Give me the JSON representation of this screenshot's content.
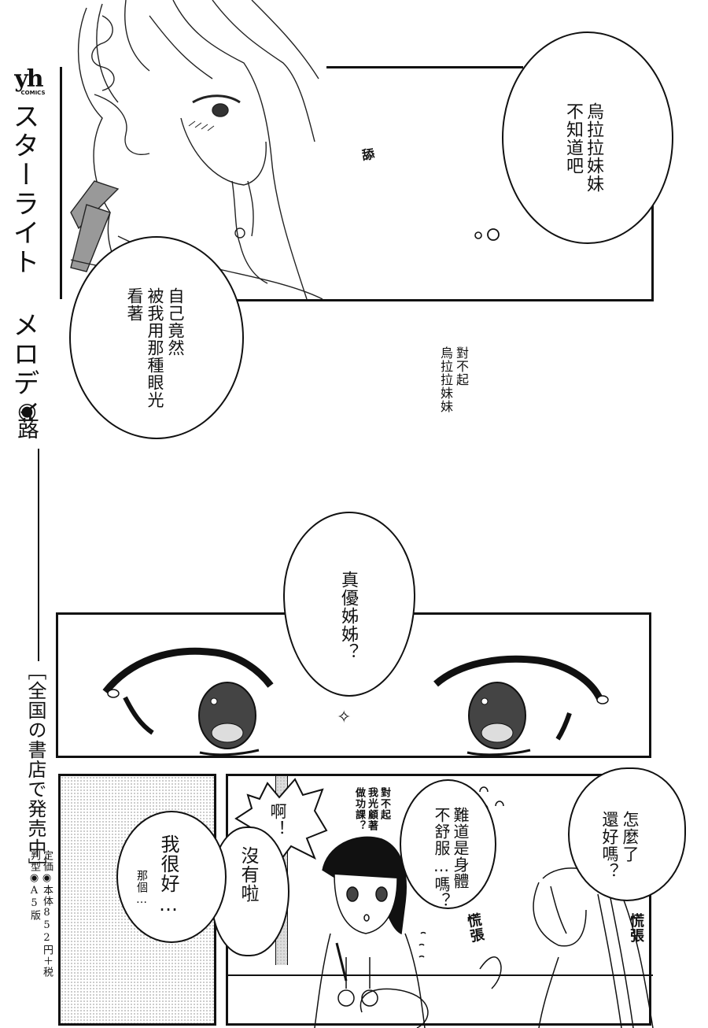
{
  "sidebar": {
    "publisher_logo": "yh",
    "publisher_logo_sub": "COMICS",
    "book_title": "スターライト メロディ",
    "author_separator": "◉",
    "author": "蕗",
    "availability": "［全国の書店で発売中］",
    "price_line": "定価◉本体852円＋税",
    "format_line": "判型◉A5版"
  },
  "panel1": {
    "sfx_lick": "舔",
    "thought_bubble": "烏拉拉妹妹\n不知道吧",
    "speech_bubble": "自己竟然\n被我用那種眼光\n看著",
    "whisper_text": "對不起\n烏拉拉妹妹"
  },
  "panel2": {
    "speech_bubble": "真優姊姊？",
    "sfx_star": "✧"
  },
  "panel3": {
    "bubble_how_are_you": "怎麼了\n還好嗎？",
    "bubble_not_feeling_well": "難道是身體\n不舒服…嗎？",
    "aside_sorry": "對不起\n我光顧著\n做功課？",
    "bubble_ah": "啊！",
    "bubble_nothing": "沒有啦",
    "bubble_im_fine": "我很好…",
    "aside_um": "那個…",
    "sfx_flustered_1": "慌張",
    "sfx_flustered_2": "慌張",
    "sfx_sweat_marks": "ᑎᑎ ᑎᑎᑎ"
  },
  "colors": {
    "ink": "#111111",
    "paper": "#ffffff",
    "tone": "#bbbbbb"
  }
}
